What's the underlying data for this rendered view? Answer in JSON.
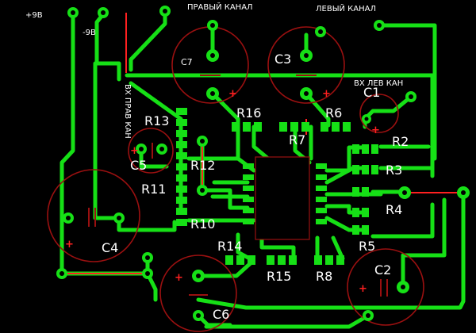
{
  "labels": {
    "plus9": "+9В",
    "minus9": "-9В",
    "right_channel": "ПРАВЫЙ КАНАЛ",
    "left_channel": "ЛЕВЫЙ КАНАЛ",
    "in_left": "ВХ ЛЕВ КАН",
    "in_right": "ВХ ПРАВ КАН"
  },
  "components": {
    "C7": "C7",
    "C3": "C3",
    "C1": "C1",
    "C5": "C5",
    "C4": "C4",
    "C2": "C2",
    "C6": "C6",
    "R16": "R16",
    "R6": "R6",
    "R13": "R13",
    "R7": "R7",
    "R2": "R2",
    "R12": "R12",
    "R3": "R3",
    "R11": "R11",
    "R4": "R4",
    "R10": "R10",
    "R5": "R5",
    "R14": "R14",
    "R15": "R15",
    "R8": "R8"
  },
  "polarity": "+",
  "colors": {
    "background": "#000000",
    "trace": "#16e016",
    "jumper": "#ff2020",
    "silkscreen": "#9a1010",
    "text": "#ffffff"
  }
}
